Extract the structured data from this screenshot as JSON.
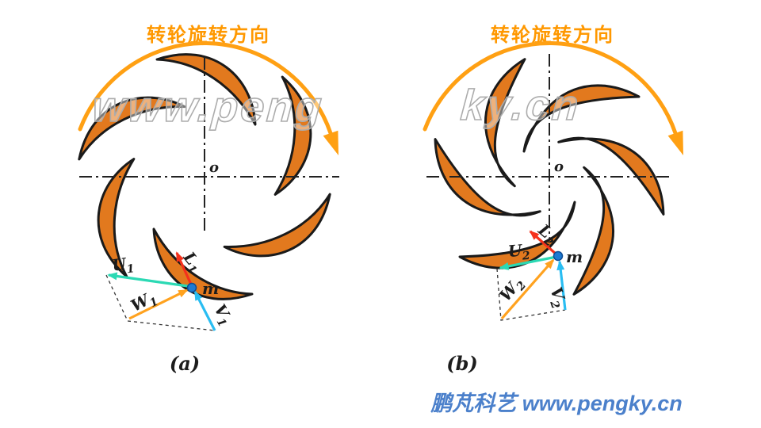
{
  "watermark": {
    "left": "www.peng",
    "right": "ky.cn"
  },
  "footer": {
    "brand": "鹏芃科艺 www.pengky.cn"
  },
  "colors": {
    "blade_fill": "#E2791E",
    "blade_outline": "#1A1A1A",
    "rotation_arrow_orange": "#FFA013",
    "title_orange": "#FF9800",
    "vector_u_turquoise": "#2BD9B4",
    "vector_v_cyan": "#29BDF2",
    "vector_w_orange": "#FFA21F",
    "vector_l_red": "#F5311C",
    "point_m_blue": "#1D7AD2",
    "footer_blue": "#4B80CB",
    "watermark_gray": "#ACACAC"
  },
  "panel_a": {
    "title": "转轮旋转方向",
    "origin_label": "o",
    "point_label": "m",
    "caption": "(a)",
    "vectors": {
      "u": {
        "letter": "U",
        "sub": "1"
      },
      "w": {
        "letter": "W",
        "sub": "1"
      },
      "v": {
        "letter": "V",
        "sub": "1"
      },
      "l": {
        "letter": "L",
        "sub": "1"
      }
    }
  },
  "panel_b": {
    "title": "转轮旋转方向",
    "origin_label": "o",
    "point_label": "m",
    "caption": "(b)",
    "vectors": {
      "u": {
        "letter": "U",
        "sub": "2"
      },
      "w": {
        "letter": "W",
        "sub": "2"
      },
      "v": {
        "letter": "V",
        "sub": "2"
      },
      "l": {
        "letter": "L",
        "sub": "2"
      }
    }
  }
}
